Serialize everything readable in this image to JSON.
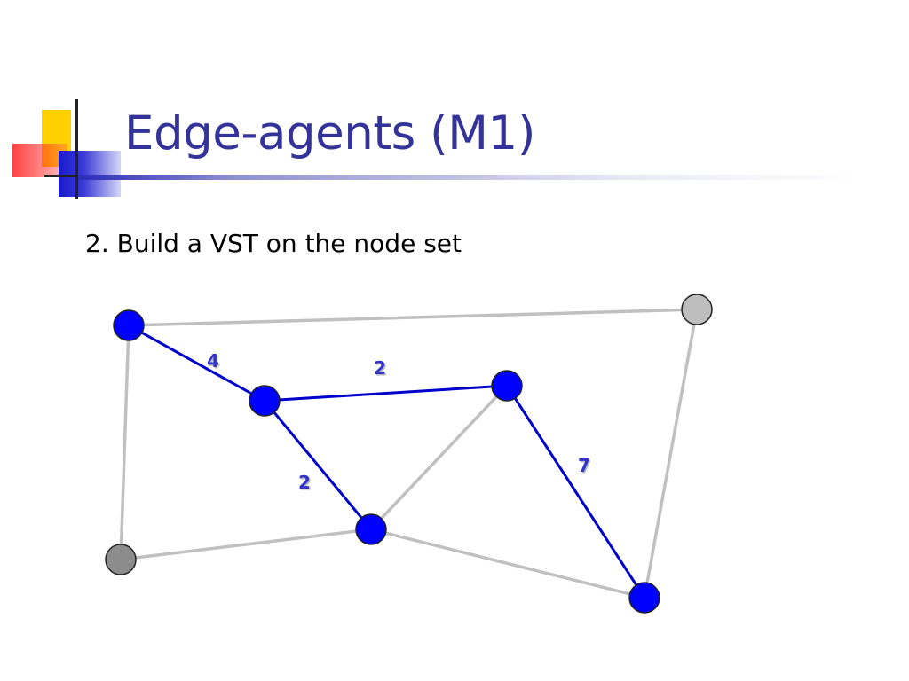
{
  "slide": {
    "title": "Edge-agents (M1)",
    "subtitle": "2. Build a VST on the node set"
  },
  "colors": {
    "title": "#333399",
    "vst_node": "#0000ff",
    "vst_edge": "#0000cc",
    "other_node": "#bebebe",
    "other_node_dark": "#8c8c8c",
    "other_edge": "#c0c0c0",
    "edge_label": "#3333cc"
  },
  "graph": {
    "nodes": [
      {
        "id": "a",
        "kind": "vst"
      },
      {
        "id": "b",
        "kind": "vst"
      },
      {
        "id": "c",
        "kind": "vst"
      },
      {
        "id": "d",
        "kind": "vst"
      },
      {
        "id": "e",
        "kind": "vst"
      },
      {
        "id": "f",
        "kind": "other"
      },
      {
        "id": "g",
        "kind": "other-dark"
      }
    ],
    "edges": [
      {
        "from": "a",
        "to": "f",
        "kind": "other"
      },
      {
        "from": "a",
        "to": "g",
        "kind": "other"
      },
      {
        "from": "g",
        "to": "d",
        "kind": "other"
      },
      {
        "from": "d",
        "to": "c",
        "kind": "other"
      },
      {
        "from": "d",
        "to": "e",
        "kind": "other"
      },
      {
        "from": "f",
        "to": "e",
        "kind": "other"
      },
      {
        "from": "a",
        "to": "b",
        "kind": "vst",
        "label": "4"
      },
      {
        "from": "b",
        "to": "c",
        "kind": "vst",
        "label": "2"
      },
      {
        "from": "b",
        "to": "d",
        "kind": "vst",
        "label": "2"
      },
      {
        "from": "c",
        "to": "e",
        "kind": "vst",
        "label": "7"
      }
    ]
  }
}
